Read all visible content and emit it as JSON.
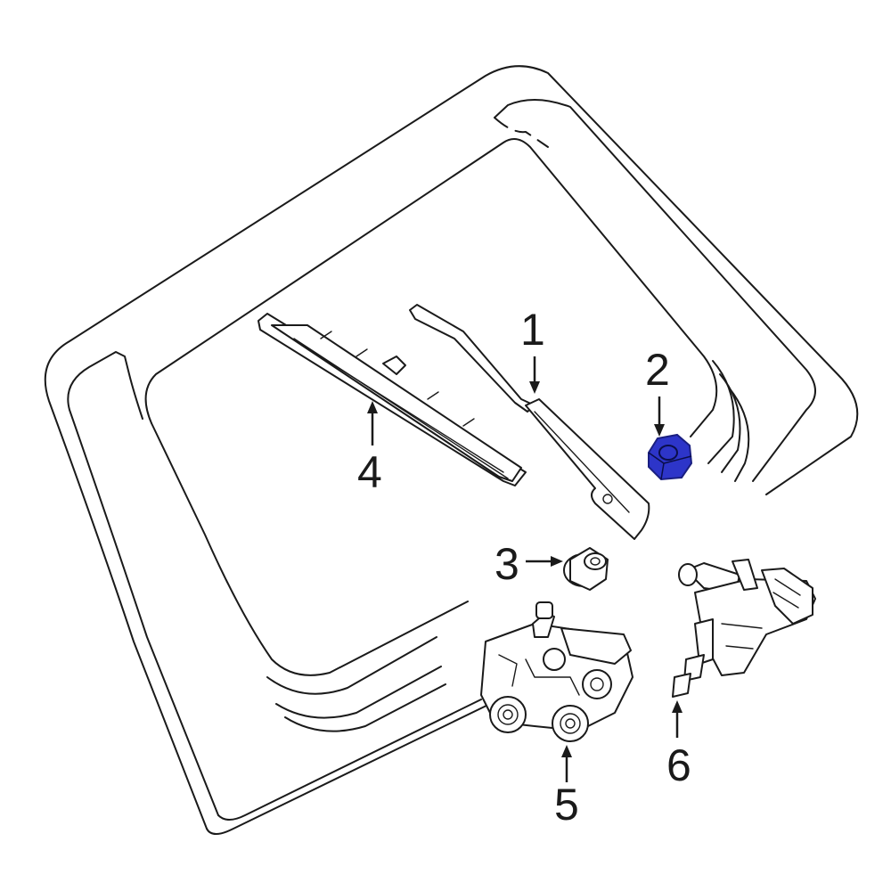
{
  "callouts": {
    "c1": "1",
    "c2": "2",
    "c3": "3",
    "c4": "4",
    "c5": "5",
    "c6": "6"
  },
  "colors": {
    "highlight_fill": "#2d35c9",
    "highlight_stroke": "#1a1f80",
    "line": "#1a1a1a",
    "background": "#ffffff"
  }
}
